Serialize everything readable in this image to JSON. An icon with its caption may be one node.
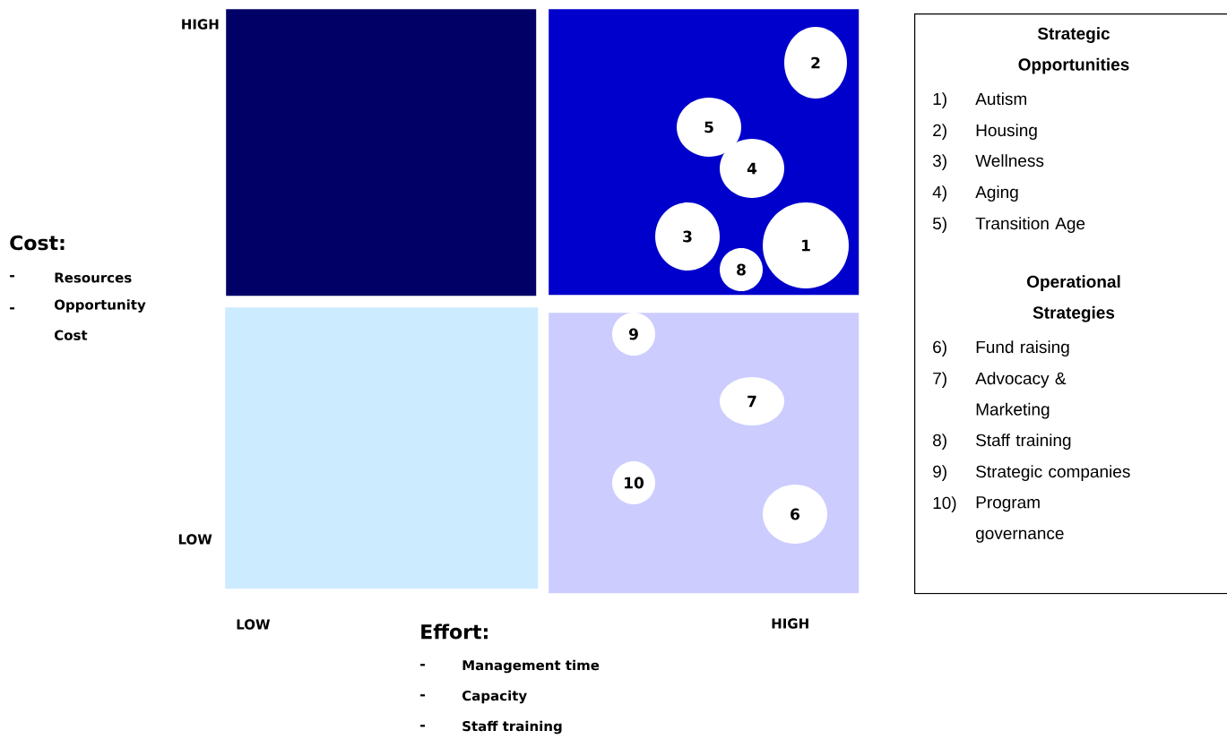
{
  "diagram": {
    "nodes": [
      {
        "text": [],
        "shape": "box"
      },
      {
        "text": [],
        "shape": "box"
      },
      {
        "text": [],
        "shape": "box"
      },
      {
        "text": [],
        "shape": "box"
      },
      {
        "text": [
          "2"
        ],
        "in": 1
      },
      {
        "text": [
          "5"
        ],
        "in": 1
      },
      {
        "text": [
          "4"
        ],
        "in": 1
      },
      {
        "text": [
          "3"
        ],
        "in": 1
      },
      {
        "text": [
          "1"
        ],
        "in": 1
      },
      {
        "text": [
          "8"
        ],
        "in": 1
      },
      {
        "text": [
          "9"
        ],
        "in": 3
      },
      {
        "text": [
          "7"
        ],
        "in": 3
      },
      {
        "text": [
          "10"
        ],
        "in": 3
      },
      {
        "text": [
          "6"
        ],
        "in": 3
      },
      {
        "text": [
          "Strategic Opportunities",
          "1)",
          "Autism",
          "2)",
          "Housing",
          "3)",
          "Wellness",
          "4)",
          "Aging",
          "5)",
          "Transition Age",
          "Operational Strategies",
          "6)",
          "Fund raising",
          "7)",
          "Advocacy & Marketing",
          "8)",
          "Staff training",
          "9)",
          "Strategic companies",
          "10)",
          "Program governance"
        ]
      }
    ],
    "labels": [
      "HIGH",
      "Cost:",
      "-",
      "Resources",
      "-",
      "Opportunity Cost",
      "LOW",
      "LOW",
      "Effort:",
      "HIGH",
      "-",
      "Management time",
      "-",
      "Capacity",
      "-",
      "Staff training"
    ]
  }
}
